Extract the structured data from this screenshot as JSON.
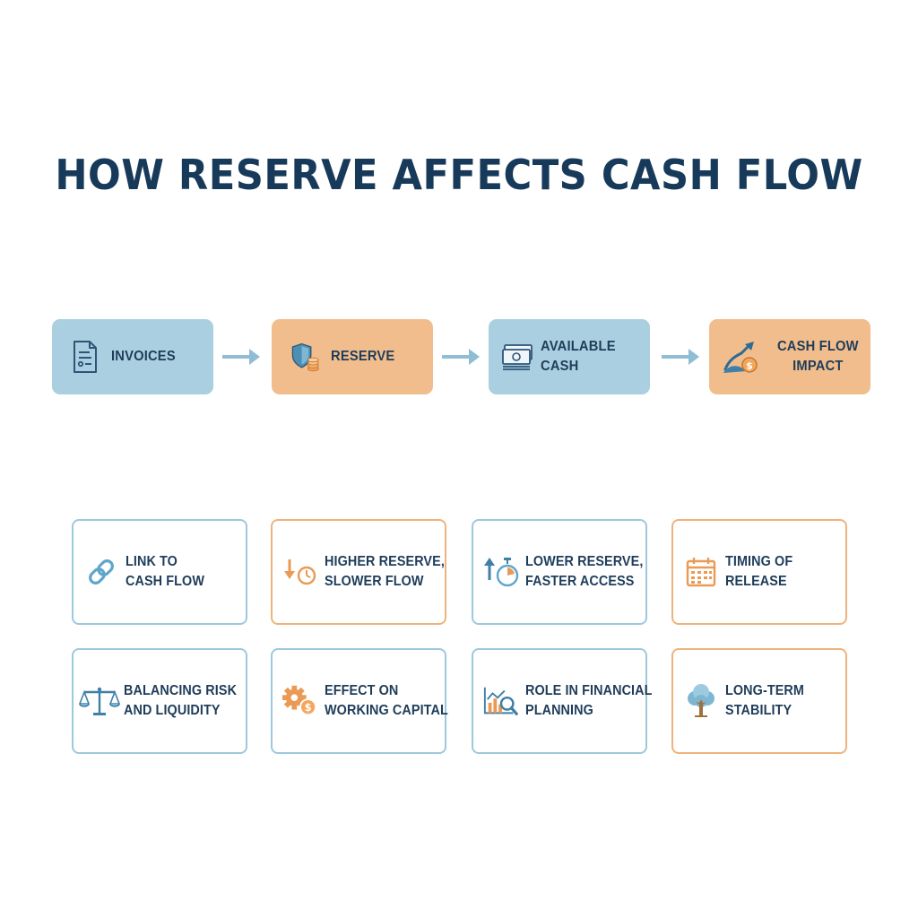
{
  "title": "HOW RESERVE AFFECTS CASH FLOW",
  "colors": {
    "blue_fill": "#a9cfe0",
    "orange_fill": "#f2bd8c",
    "blue_border": "#9dc8dd",
    "orange_border": "#efb37c",
    "text": "#1f3d5a",
    "title": "#173a5a",
    "arrow": "#8fbdd4"
  },
  "flow": [
    {
      "label": "INVOICES",
      "icon": "document-icon",
      "color": "blue"
    },
    {
      "label": "RESERVE",
      "icon": "shield-coins-icon",
      "color": "orange"
    },
    {
      "label": "AVAILABLE CASH",
      "icon": "banknotes-icon",
      "color": "blue"
    },
    {
      "label_line1": "CASH FLOW",
      "label_line2": "IMPACT",
      "icon": "growth-coin-icon",
      "color": "orange"
    }
  ],
  "cards": [
    {
      "line1": "LINK TO",
      "line2": "CASH FLOW",
      "icon": "chain-link-icon",
      "color": "blue"
    },
    {
      "line1": "HIGHER RESERVE,",
      "line2": "SLOWER FLOW",
      "icon": "down-arrow-clock-icon",
      "color": "orange"
    },
    {
      "line1": "LOWER RESERVE,",
      "line2": "FASTER ACCESS",
      "icon": "up-arrow-stopwatch-icon",
      "color": "blue"
    },
    {
      "line1": "TIMING OF",
      "line2": "RELEASE",
      "icon": "calendar-icon",
      "color": "orange"
    },
    {
      "line1": "BALANCING RISK",
      "line2": "AND LIQUIDITY",
      "icon": "balance-scale-icon",
      "color": "blue"
    },
    {
      "line1": "EFFECT ON",
      "line2": "WORKING CAPITAL",
      "icon": "gear-coin-icon",
      "color": "blue"
    },
    {
      "line1": "ROLE IN FINANCIAL",
      "line2": "PLANNING",
      "icon": "chart-magnifier-icon",
      "color": "blue"
    },
    {
      "line1": "LONG-TERM",
      "line2": "STABILITY",
      "icon": "tree-icon",
      "color": "orange"
    }
  ]
}
